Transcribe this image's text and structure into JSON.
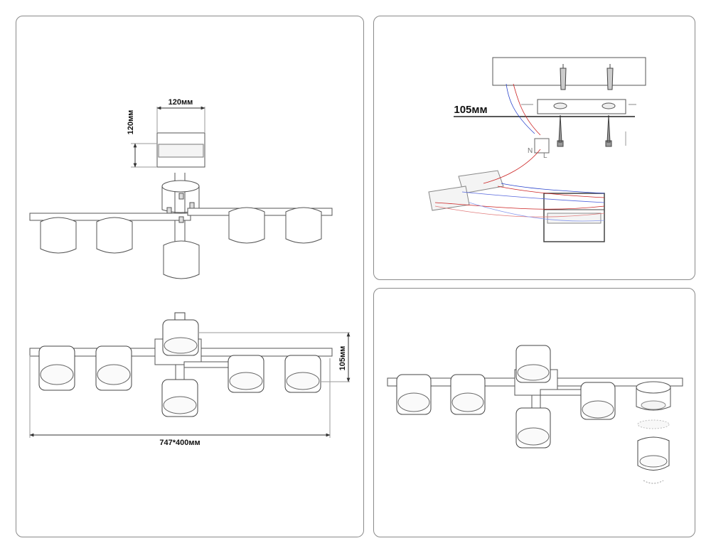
{
  "dimensions": {
    "base_width": "120мм",
    "base_height": "120мм",
    "height": "105мм",
    "overall": "747*400мм",
    "wall_offset": "105мм"
  },
  "wiring_labels": {
    "neutral": "N",
    "live": "L"
  }
}
